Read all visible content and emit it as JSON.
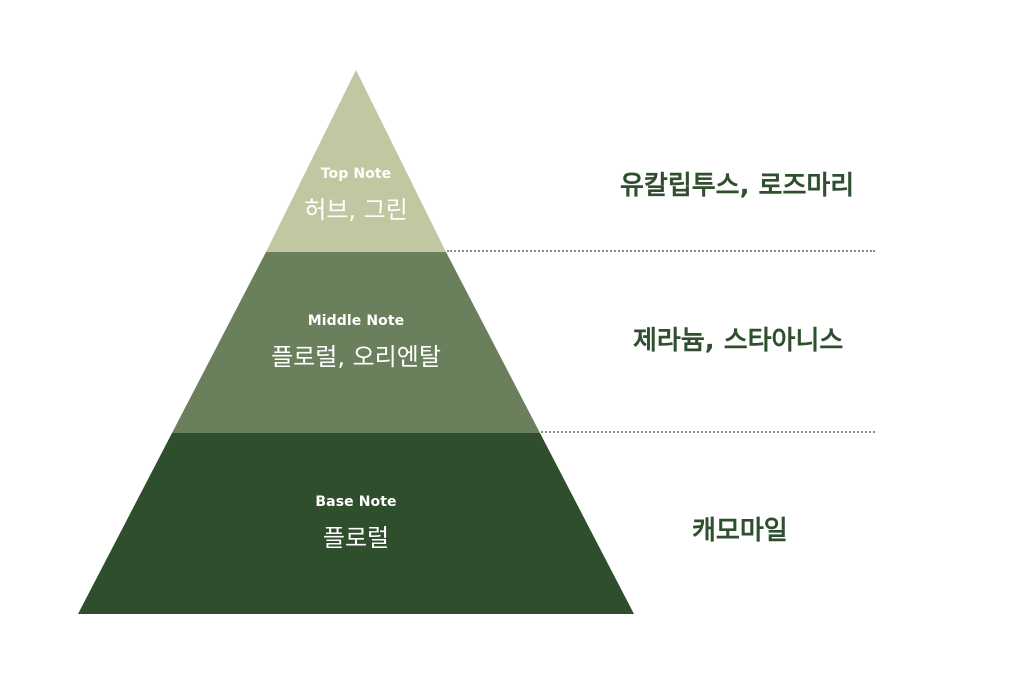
{
  "tiers": {
    "top": {
      "label": "Top Note",
      "title": "허브, 그린",
      "notes": "유칼립투스, 로즈마리",
      "color": "#c2c7a2"
    },
    "middle": {
      "label": "Middle Note",
      "title": "플로럴, 오리엔탈",
      "notes": "제라늄, 스타아니스",
      "color": "#6a7f5b"
    },
    "base": {
      "label": "Base Note",
      "title": "플로럴",
      "notes": "캐모마일",
      "color": "#2e4e2d"
    }
  },
  "text_color": "#2f4f2f",
  "divider_style": "dotted"
}
